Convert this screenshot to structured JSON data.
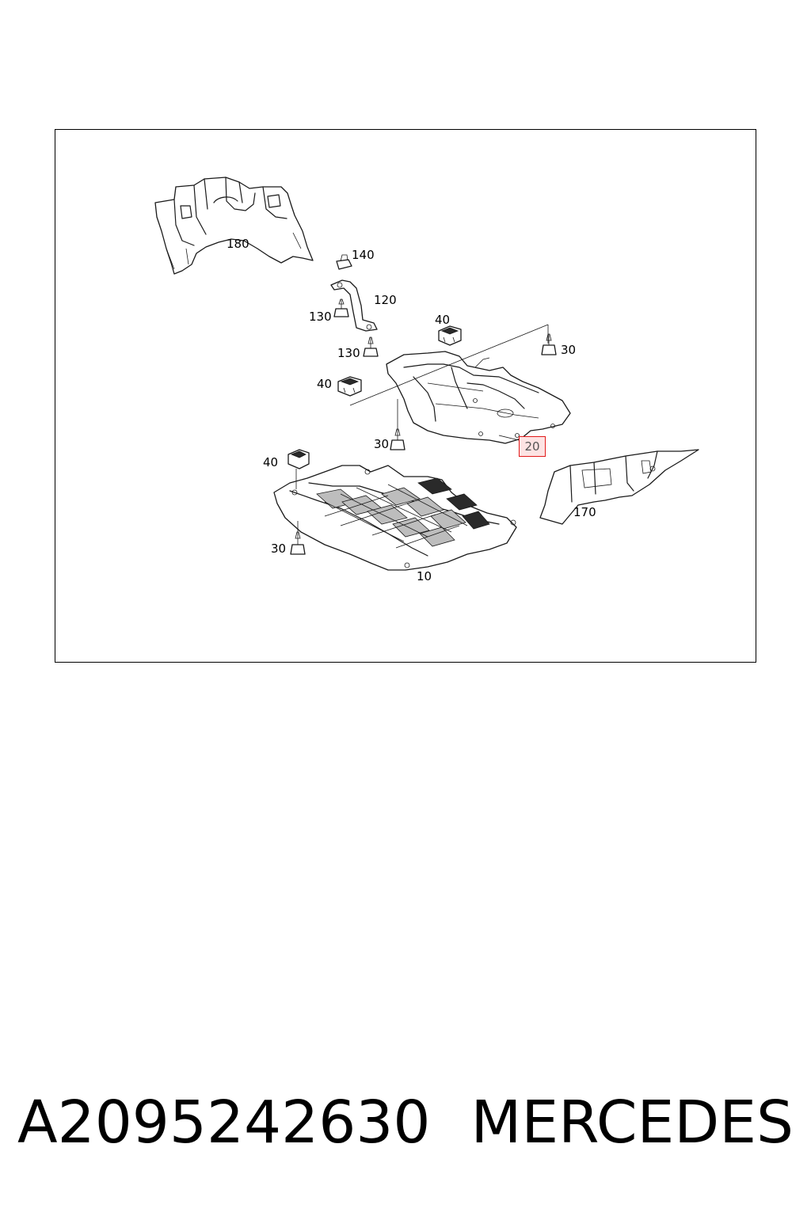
{
  "diagram": {
    "callouts": {
      "c180": "180",
      "c140": "140",
      "c120": "120",
      "c130a": "130",
      "c130b": "130",
      "c40a": "40",
      "c30a": "30",
      "c40b": "40",
      "c30b": "30",
      "c20": "20",
      "c40c": "40",
      "c170": "170",
      "c30c": "30",
      "c10": "10"
    },
    "highlighted_callout": "20",
    "highlight_color": "#e21a1a"
  },
  "caption": {
    "part_number": "A2095242630",
    "brand": "MERCEDES"
  }
}
